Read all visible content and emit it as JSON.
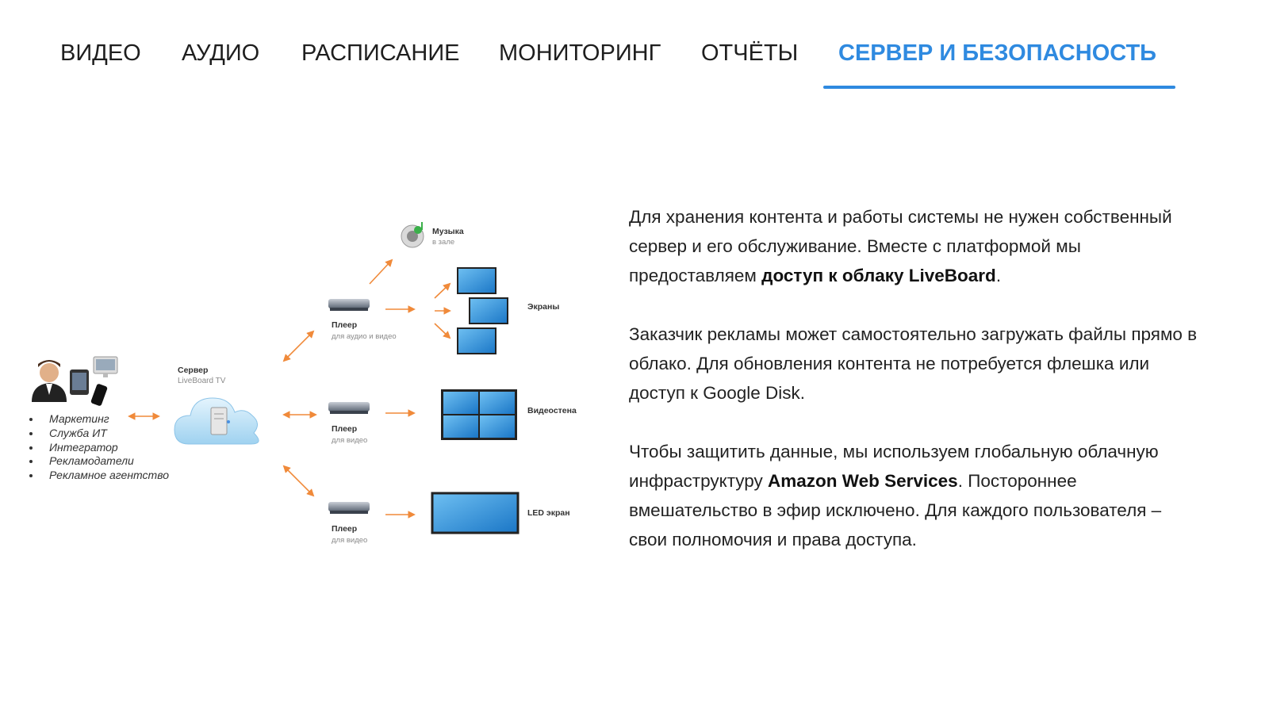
{
  "tabs": [
    {
      "label": "ВИДЕО",
      "active": false
    },
    {
      "label": "АУДИО",
      "active": false
    },
    {
      "label": "РАСПИСАНИЕ",
      "active": false
    },
    {
      "label": "МОНИТОРИНГ",
      "active": false
    },
    {
      "label": "ОТЧЁТЫ",
      "active": false
    },
    {
      "label": "СЕРВЕР И БЕЗОПАСНОСТЬ",
      "active": true
    }
  ],
  "accent_color": "#2f8ae0",
  "diagram": {
    "roles": [
      "Маркетинг",
      "Служба ИТ",
      "Интегратор",
      "Рекламодатели",
      "Рекламное агентство"
    ],
    "server": {
      "title": "Сервер",
      "subtitle": "LiveBoard TV"
    },
    "music": {
      "title": "Музыка",
      "subtitle": "в зале"
    },
    "screens_label": "Экраны",
    "videowall_label": "Видеостена",
    "led_label": "LED экран",
    "players": [
      {
        "title": "Плеер",
        "subtitle": "для аудио и видео"
      },
      {
        "title": "Плеер",
        "subtitle": "для видео"
      },
      {
        "title": "Плеер",
        "subtitle": "для видео"
      }
    ]
  },
  "article": {
    "p1_a": "Для хранения контента и работы системы не нужен собственный сервер и его обслуживание. Вместе с платформой мы предоставляем ",
    "p1_b": "доступ к облаку LiveBoard",
    "p1_c": ".",
    "p2": "Заказчик рекламы может самостоятельно загружать файлы прямо в облако. Для обновления контента не потребуется флешка или доступ к Google Disk.",
    "p3_a": "Чтобы защитить данные, мы используем глобальную облачную инфраструктуру ",
    "p3_b": "Amazon Web Services",
    "p3_c": ". Постороннее вмешательство в эфир исключено. Для каждого пользователя – свои полномочия и права доступа."
  }
}
